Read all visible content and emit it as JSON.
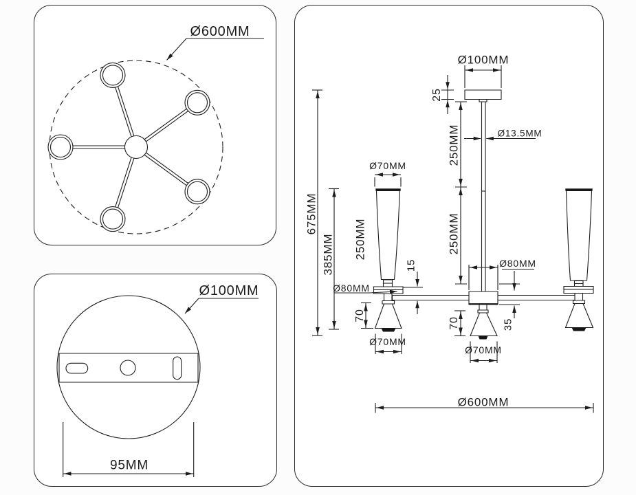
{
  "top_view": {
    "ring_diameter_label": "Ø600MM"
  },
  "mounting_plate_view": {
    "plate_diameter_label": "Ø100MM",
    "slot_spacing_label": "95MM"
  },
  "side_view": {
    "canopy_diameter_label": "Ø100MM",
    "canopy_height_label": "25",
    "upper_rod_length_label": "250MM",
    "rod_diameter_label": "Ø13.5MM",
    "lower_rod_length_label": "250MM",
    "overall_height_label": "675MM",
    "lamp_section_height_label": "385MM",
    "shade_height_label": "250MM",
    "shade_top_diameter_label": "Ø70MM",
    "arm_tube_label": "15",
    "arm_hub_diameter_label": "Ø80MM",
    "center_hub_diameter_label": "Ø80MM",
    "left_cone_height_label": "70",
    "center_cone_height_label": "70",
    "hub_height_label": "35",
    "left_cone_diameter_label": "Ø70MM",
    "center_cone_diameter_label": "Ø70MM",
    "overall_diameter_label": "Ø600MM"
  }
}
